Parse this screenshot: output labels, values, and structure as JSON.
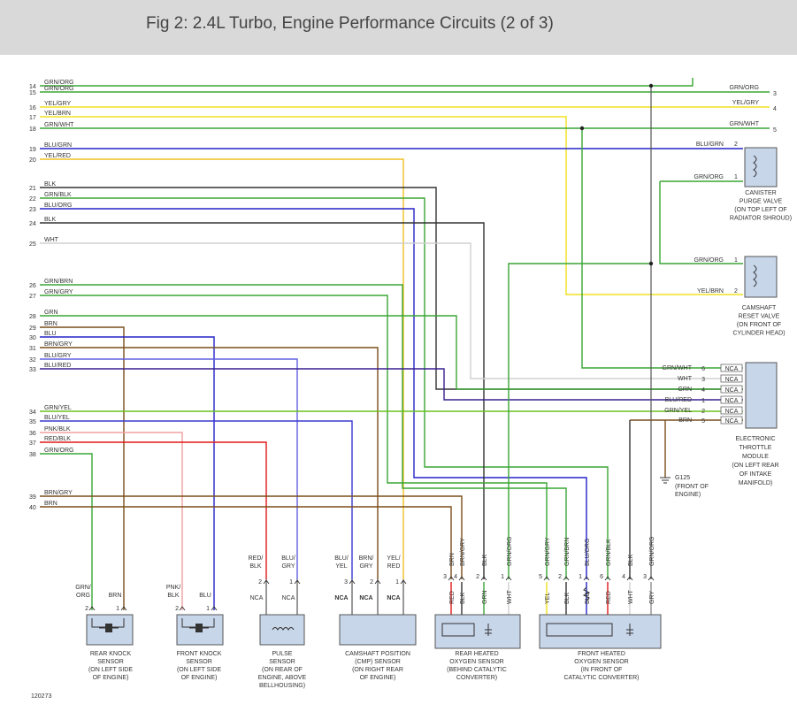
{
  "title": "Fig 2: 2.4L Turbo, Engine Performance Circuits (2 of 3)",
  "figure_id": "120273",
  "colors": {
    "GRN": "#3aa535",
    "ORG": "#e58a1c",
    "YEL": "#f0e020",
    "BLU": "#2323c8",
    "BLK": "#333333",
    "WHT": "#d0d0d0",
    "BRN": "#7a4e1a",
    "RED": "#e01818",
    "PNK": "#f0a0a0",
    "GRY": "#909090",
    "GRN/ORG": "#3aa535",
    "YEL/GRY": "#f0e020",
    "YEL/BRN": "#f0e020",
    "GRN/WHT": "#3aa535",
    "BLU/GRN": "#2323c8",
    "YEL/RED": "#f0c020",
    "GRN/BLK": "#3aa535",
    "BLU/ORG": "#2323c8",
    "GRN/BRN": "#3aa535",
    "GRN/GRY": "#3aa535",
    "BRN/GRY": "#7a4e1a",
    "BLU/GRY": "#6060e0",
    "BLU/RED": "#3a2090",
    "GRN/YEL": "#6ac020",
    "BLU/YEL": "#3a3ad0",
    "PNK/BLK": "#f0a0a0",
    "RED/BLK": "#e01818"
  },
  "left_wires": [
    {
      "pin": "14",
      "label": "GRN/ORG"
    },
    {
      "pin": "15",
      "label": "GRN/ORG"
    },
    {
      "pin": "16",
      "label": "YEL/GRY"
    },
    {
      "pin": "17",
      "label": "YEL/BRN"
    },
    {
      "pin": "18",
      "label": "GRN/WHT"
    },
    {
      "pin": "19",
      "label": "BLU/GRN"
    },
    {
      "pin": "20",
      "label": "YEL/RED"
    },
    {
      "pin": "21",
      "label": "BLK"
    },
    {
      "pin": "22",
      "label": "GRN/BLK"
    },
    {
      "pin": "23",
      "label": "BLU/ORG"
    },
    {
      "pin": "24",
      "label": "BLK"
    },
    {
      "pin": "25",
      "label": "WHT"
    },
    {
      "pin": "26",
      "label": "GRN/BRN"
    },
    {
      "pin": "27",
      "label": "GRN/GRY"
    },
    {
      "pin": "28",
      "label": "GRN"
    },
    {
      "pin": "29",
      "label": "BRN"
    },
    {
      "pin": "30",
      "label": "BLU"
    },
    {
      "pin": "31",
      "label": "BRN/GRY"
    },
    {
      "pin": "32",
      "label": "BLU/GRY"
    },
    {
      "pin": "33",
      "label": "BLU/RED"
    },
    {
      "pin": "34",
      "label": "GRN/YEL"
    },
    {
      "pin": "35",
      "label": "BLU/YEL"
    },
    {
      "pin": "36",
      "label": "PNK/BLK"
    },
    {
      "pin": "37",
      "label": "RED/BLK"
    },
    {
      "pin": "38",
      "label": "GRN/ORG"
    },
    {
      "pin": "39",
      "label": "BRN/GRY"
    },
    {
      "pin": "40",
      "label": "BRN"
    }
  ],
  "right_connector": [
    {
      "label": "GRN/ORG",
      "pin": "3"
    },
    {
      "label": "YEL/GRY",
      "pin": "4"
    },
    {
      "label": "GRN/WHT",
      "pin": "5"
    }
  ],
  "canister": {
    "lines": [
      "CANISTER",
      "PURGE VALVE",
      "(ON TOP LEFT OF",
      "RADIATOR SHROUD)"
    ],
    "pins": [
      {
        "label": "BLU/GRN",
        "pin": "2"
      },
      {
        "label": "GRN/ORG",
        "pin": "1"
      }
    ]
  },
  "camshaft_reset": {
    "lines": [
      "CAMSHAFT",
      "RESET VALVE",
      "(ON FRONT OF",
      "CYLINDER HEAD)"
    ],
    "pins": [
      {
        "label": "GRN/ORG",
        "pin": "1"
      },
      {
        "label": "YEL/BRN",
        "pin": "2"
      }
    ]
  },
  "throttle": {
    "lines": [
      "ELECTRONIC",
      "THROTTLE",
      "MODULE",
      "(ON LEFT REAR",
      "OF INTAKE",
      "MANIFOLD)"
    ],
    "pins": [
      {
        "label": "GRN/WHT",
        "pin": "6",
        "nca": "NCA"
      },
      {
        "label": "WHT",
        "pin": "3",
        "nca": "NCA"
      },
      {
        "label": "GRN",
        "pin": "4",
        "nca": "NCA"
      },
      {
        "label": "BLU/RED",
        "pin": "1",
        "nca": "NCA"
      },
      {
        "label": "GRN/YEL",
        "pin": "2",
        "nca": "NCA"
      },
      {
        "label": "BRN",
        "pin": "5",
        "nca": "NCA"
      }
    ]
  },
  "ground": {
    "name": "G125",
    "lines": [
      "(FRONT OF",
      "ENGINE)"
    ]
  },
  "components": [
    {
      "id": "rear-knock",
      "lines": [
        "REAR KNOCK",
        "SENSOR",
        "(ON LEFT SIDE",
        "OF ENGINE)"
      ],
      "conn": [
        {
          "pin": "2",
          "wire": [
            "GRN/",
            "ORG"
          ]
        },
        {
          "pin": "1",
          "wire": [
            "BRN"
          ]
        }
      ]
    },
    {
      "id": "front-knock",
      "lines": [
        "FRONT KNOCK",
        "SENSOR",
        "(ON LEFT SIDE",
        "OF ENGINE)"
      ],
      "conn": [
        {
          "pin": "2",
          "wire": [
            "PNK/",
            "BLK"
          ]
        },
        {
          "pin": "1",
          "wire": [
            "BLU"
          ]
        }
      ]
    },
    {
      "id": "pulse",
      "lines": [
        "PULSE",
        "SENSOR",
        "(ON REAR OF",
        "ENGINE, ABOVE",
        "BELLHOUSING)"
      ],
      "conn": [
        {
          "pin": "2",
          "top": [
            "RED/",
            "BLK"
          ],
          "nca": "NCA"
        },
        {
          "pin": "1",
          "top": [
            "BLU/",
            "GRY"
          ],
          "nca": "NCA"
        }
      ]
    },
    {
      "id": "cmp",
      "lines": [
        "CAMSHAFT POSITION",
        "(CMP) SENSOR",
        "(ON RIGHT REAR",
        "OF ENGINE)"
      ],
      "conn": [
        {
          "pin": "3",
          "top": [
            "BLU/",
            "YEL"
          ],
          "nca": "NCA"
        },
        {
          "pin": "2",
          "top": [
            "BRN/",
            "GRY"
          ],
          "nca": "NCA"
        },
        {
          "pin": "1",
          "top": [
            "YEL/",
            "RED"
          ],
          "nca": "NCA"
        }
      ]
    },
    {
      "id": "rear-o2",
      "lines": [
        "REAR HEATED",
        "OXYGEN SENSOR",
        "(BEHIND CATALYTIC",
        "CONVERTER)"
      ],
      "conn": [
        {
          "pin": "3",
          "top": "BRN",
          "bottom": "RED"
        },
        {
          "pin": "4",
          "top": "BRN/GRY",
          "bottom": "BLK"
        },
        {
          "pin": "2",
          "top": "BLK",
          "bottom": "GRN"
        },
        {
          "pin": "1",
          "top": "GRN/ORG",
          "bottom": "WHT"
        }
      ]
    },
    {
      "id": "front-o2",
      "lines": [
        "FRONT HEATED",
        "OXYGEN SENSOR",
        "(IN FRONT OF",
        "CATALYTIC CONVERTER)"
      ],
      "conn": [
        {
          "pin": "5",
          "top": "GRN/GRY",
          "bottom": "YEL"
        },
        {
          "pin": "2",
          "top": "GRN/BRN",
          "bottom": "BLK"
        },
        {
          "pin": "1",
          "top": "BLU/ORG",
          "bottom": "BLU"
        },
        {
          "pin": "6",
          "top": "GRN/BLK",
          "bottom": "RED"
        },
        {
          "pin": "4",
          "top": "BLK",
          "bottom": "WHT"
        },
        {
          "pin": "3",
          "top": "GRN/ORG",
          "bottom": "GRY"
        }
      ]
    }
  ]
}
